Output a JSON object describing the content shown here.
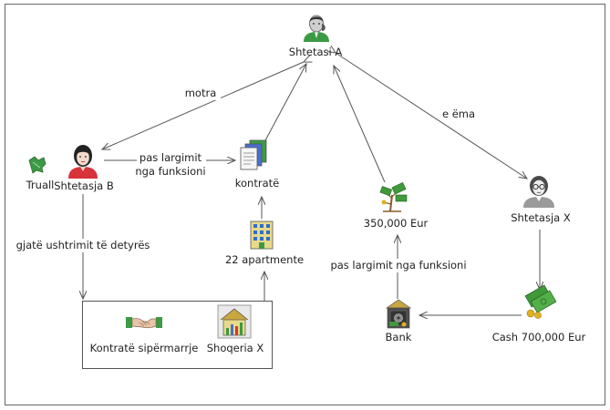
{
  "nodes": {
    "citizen_a": "Shtetasi A",
    "citizen_b": "Shtetasja B",
    "citizen_x": "Shtetasja X",
    "land": "Truall",
    "contract": "kontratë",
    "apartments": "22 apartmente",
    "money_350": "350,000 Eur",
    "bank": "Bank",
    "cash_700": "Cash 700,000 Eur",
    "construction_contract": "Kontratë sipërmarrje",
    "company_x": "Shoqeria X"
  },
  "edges": {
    "sister": "motra",
    "mother": "e ëma",
    "after_removal_1a": "pas largimit",
    "after_removal_1b": "nga funksioni",
    "during_duty": "gjatë ushtrimit të detyrës",
    "after_removal_2": "pas largimit nga funksioni"
  },
  "colors": {
    "arrow": "#555555",
    "border": "#666666",
    "money_green": "#3f9a3a"
  },
  "icons": {
    "citizen_a": "man-avatar-icon",
    "citizen_b": "woman-avatar-icon",
    "citizen_x": "woman-glasses-avatar-icon",
    "land": "land-plot-icon",
    "contract": "documents-icon",
    "apartments": "apartment-building-icon",
    "money_350": "money-tree-icon",
    "bank": "bank-vault-icon",
    "cash_700": "cash-money-icon",
    "construction_contract": "handshake-icon",
    "company_x": "company-house-icon"
  }
}
